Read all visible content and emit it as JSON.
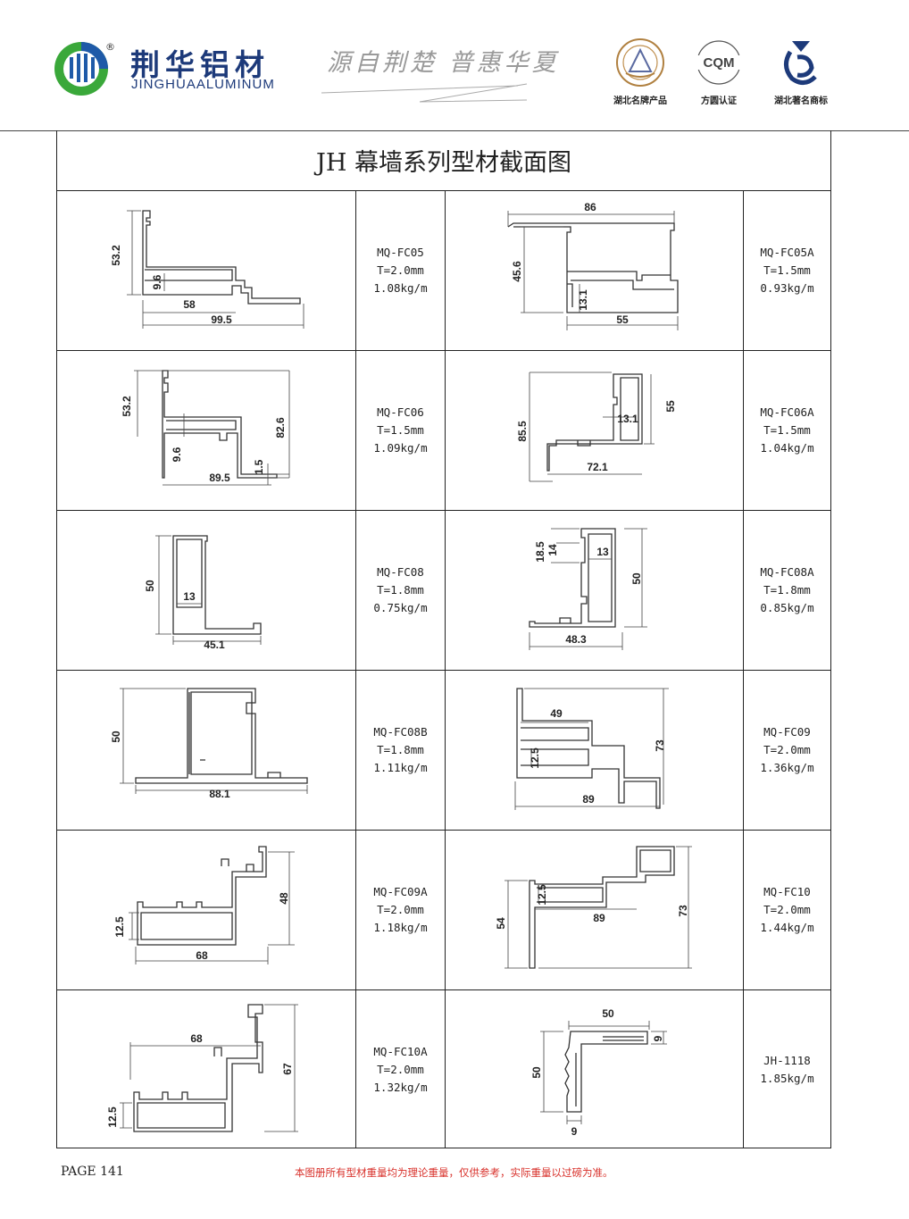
{
  "header": {
    "brand_cn": "荆华铝材",
    "brand_en": "JINGHUAALUMINUM",
    "reg_mark": "®",
    "slogan": "源自荆楚  普惠华夏",
    "certifications": [
      {
        "label": "湖北名牌产品",
        "icon": "seal-badge-icon"
      },
      {
        "label": "方圆认证",
        "icon": "cqm-icon",
        "mark": "CQM"
      },
      {
        "label": "湖北著名商标",
        "icon": "trademark-icon"
      }
    ],
    "colors": {
      "brand_blue": "#1d3a7a",
      "logo_green": "#3aa83a",
      "logo_blue": "#1f5aa8"
    }
  },
  "page_title": "JH 幕墙系列型材截面图",
  "profiles": [
    {
      "model": "MQ-FC05",
      "thickness": "T=2.0mm",
      "weight": "1.08kg/m",
      "dims": [
        "53.2",
        "9.6",
        "58",
        "99.5"
      ]
    },
    {
      "model": "MQ-FC05A",
      "thickness": "T=1.5mm",
      "weight": "0.93kg/m",
      "dims": [
        "86",
        "45.6",
        "13.1",
        "55"
      ]
    },
    {
      "model": "MQ-FC06",
      "thickness": "T=1.5mm",
      "weight": "1.09kg/m",
      "dims": [
        "53.2",
        "82.6",
        "9.6",
        "89.5",
        "1.5"
      ]
    },
    {
      "model": "MQ-FC06A",
      "thickness": "T=1.5mm",
      "weight": "1.04kg/m",
      "dims": [
        "85.5",
        "13.1",
        "55",
        "72.1"
      ]
    },
    {
      "model": "MQ-FC08",
      "thickness": "T=1.8mm",
      "weight": "0.75kg/m",
      "dims": [
        "50",
        "13",
        "45.1"
      ]
    },
    {
      "model": "MQ-FC08A",
      "thickness": "T=1.8mm",
      "weight": "0.85kg/m",
      "dims": [
        "18.5",
        "14",
        "13",
        "50",
        "48.3"
      ]
    },
    {
      "model": "MQ-FC08B",
      "thickness": "T=1.8mm",
      "weight": "1.11kg/m",
      "dims": [
        "50",
        "88.1"
      ]
    },
    {
      "model": "MQ-FC09",
      "thickness": "T=2.0mm",
      "weight": "1.36kg/m",
      "dims": [
        "49",
        "12.5",
        "73",
        "89"
      ]
    },
    {
      "model": "MQ-FC09A",
      "thickness": "T=2.0mm",
      "weight": "1.18kg/m",
      "dims": [
        "48",
        "12.5",
        "68"
      ]
    },
    {
      "model": "MQ-FC10",
      "thickness": "T=2.0mm",
      "weight": "1.44kg/m",
      "dims": [
        "12.5",
        "54",
        "89",
        "73"
      ]
    },
    {
      "model": "MQ-FC10A",
      "thickness": "T=2.0mm",
      "weight": "1.32kg/m",
      "dims": [
        "68",
        "67",
        "12.5"
      ]
    },
    {
      "model": "JH-1118",
      "thickness": "",
      "weight": "1.85kg/m",
      "dims": [
        "50",
        "9",
        "50",
        "9"
      ]
    }
  ],
  "footer": {
    "page": "PAGE 141",
    "disclaimer": "本图册所有型材重量均为理论重量，仅供参考，实际重量以过磅为准。",
    "disclaimer_color": "#d8302a"
  }
}
